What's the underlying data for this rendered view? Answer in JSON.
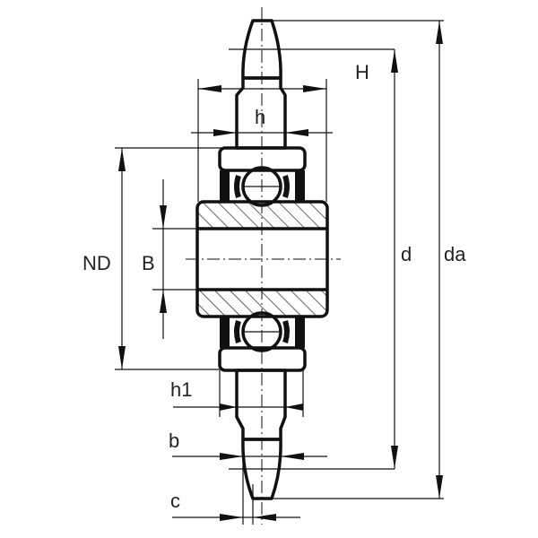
{
  "labels": {
    "H": "H",
    "h": "h",
    "ND": "ND",
    "B": "B",
    "d": "d",
    "da": "da",
    "h1": "h1",
    "b": "b",
    "c": "c"
  },
  "colors": {
    "line": "#111111",
    "background": "#ffffff"
  }
}
